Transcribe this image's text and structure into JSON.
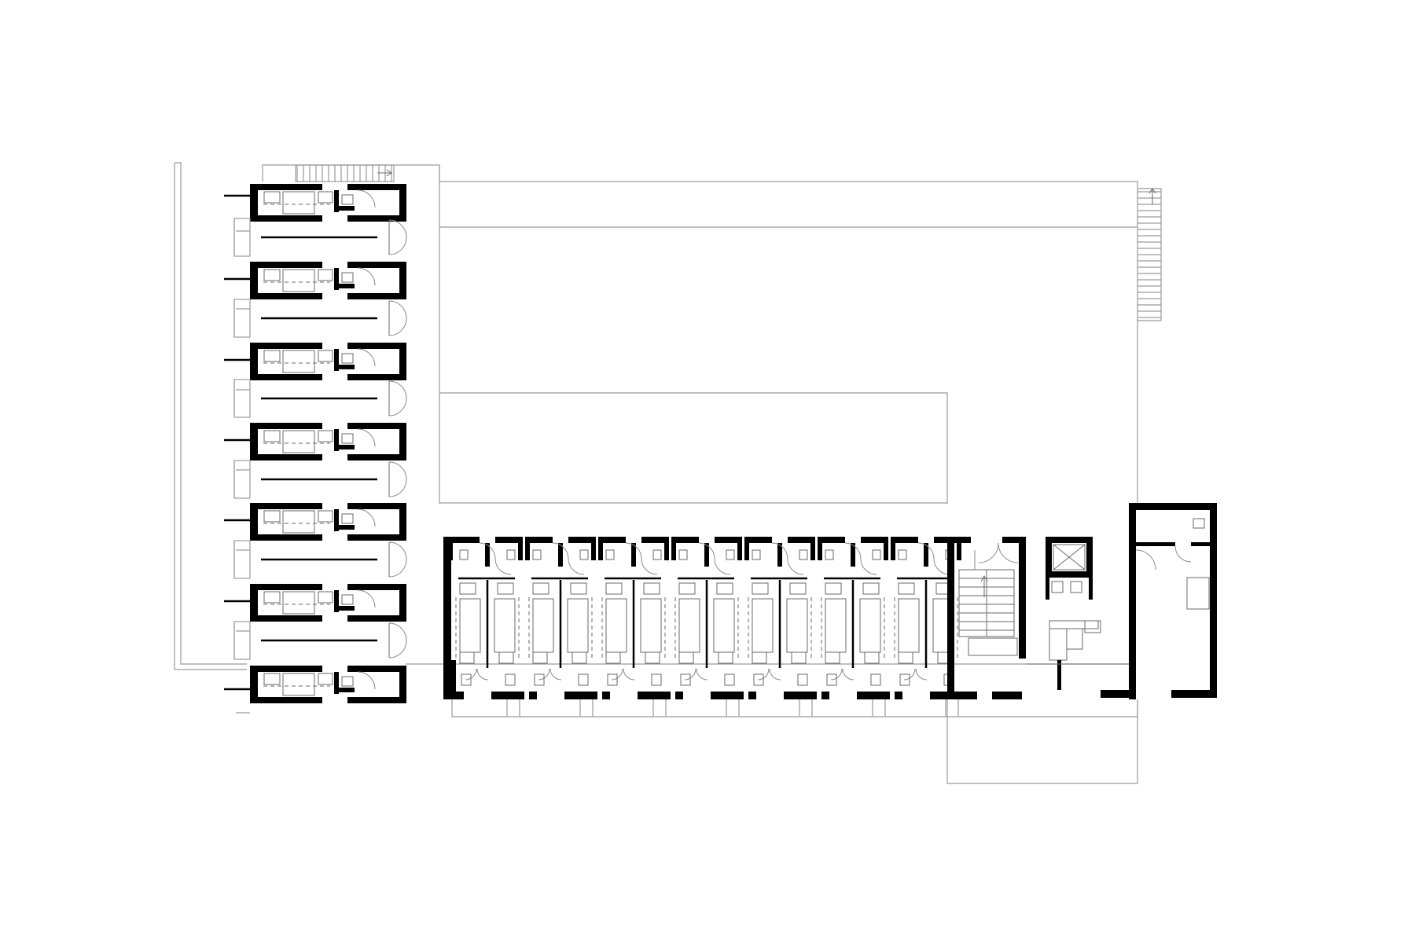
{
  "drawing": {
    "kind": "architectural floor plan",
    "line_color": "#000000",
    "thin_line_color": "#9a9a9a",
    "background": "#ffffff"
  },
  "west_wing": {
    "units": 7,
    "orientation": "vertical"
  },
  "south_wing": {
    "units": 7,
    "orientation": "horizontal"
  },
  "core": {
    "stair": true,
    "elevator": true
  }
}
